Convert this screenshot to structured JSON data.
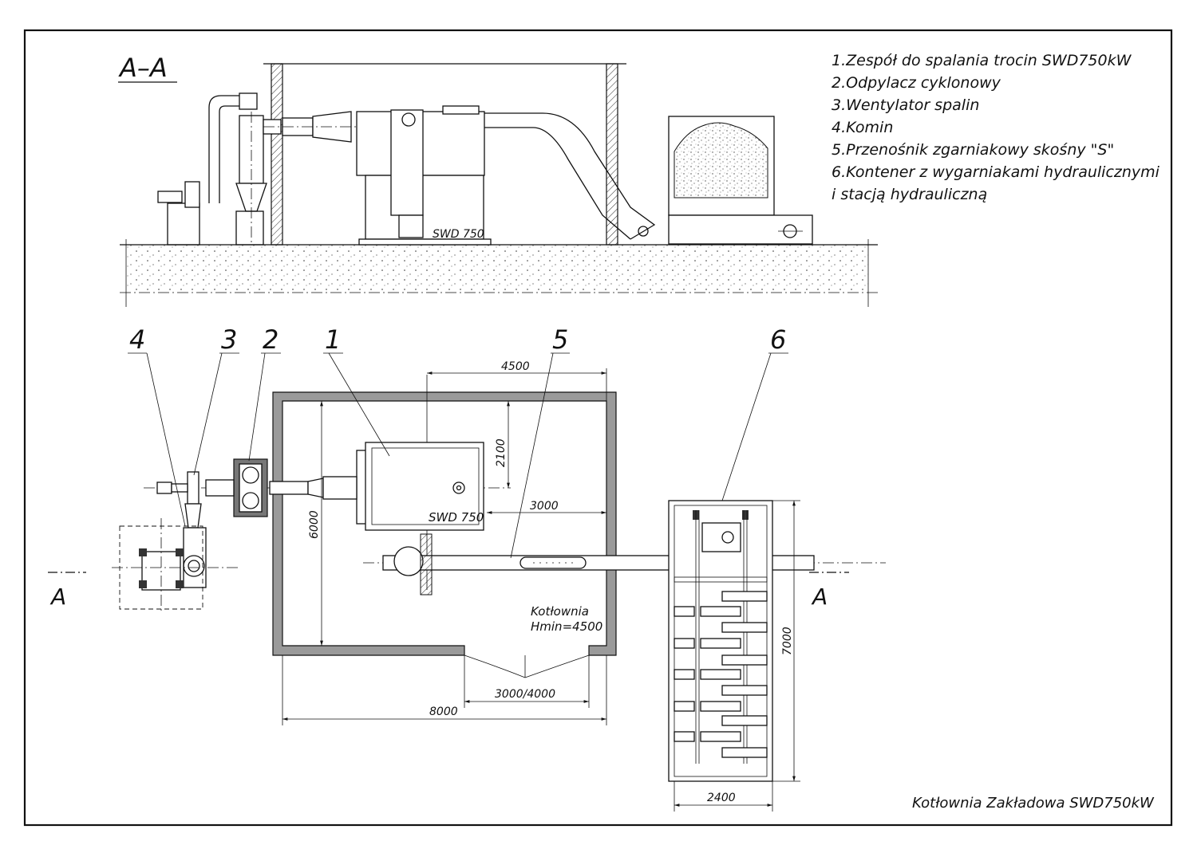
{
  "section_label": "A–A",
  "legend": [
    "1.Zespół do spalania trocin SWD750kW",
    "2.Odpylacz cyklonowy",
    "3.Wentylator spalin",
    "4.Komin",
    "5.Przenośnik zgarniakowy skośny \"S\"",
    "6.Kontener z wygarniakami hydraulicznymi",
    "i stacją hydrauliczną"
  ],
  "callouts": [
    "4",
    "3",
    "2",
    "1",
    "5",
    "6"
  ],
  "unit_label": "SWD 750",
  "dimensions": {
    "d4500": "4500",
    "d2100": "2100",
    "d3000": "3000",
    "d6000": "6000",
    "d3000_4000": "3000/4000",
    "d8000": "8000",
    "d7000": "7000",
    "d2400": "2400"
  },
  "room_label": [
    "Kotłownia",
    "Hmin=4500"
  ],
  "section_marker": "A",
  "title_block": "Kotłownia Zakładowa SWD750kW"
}
